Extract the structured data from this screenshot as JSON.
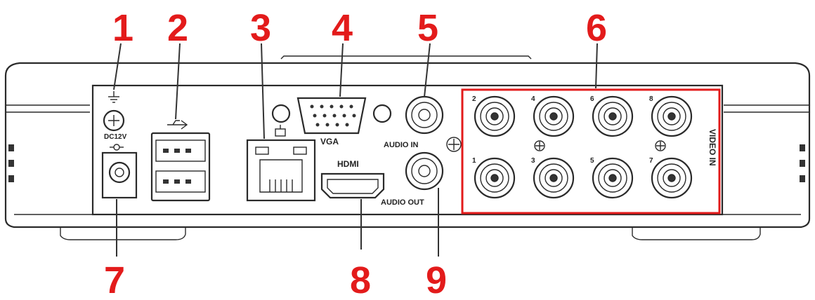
{
  "callouts": {
    "n1": "1",
    "n2": "2",
    "n3": "3",
    "n4": "4",
    "n5": "5",
    "n6": "6",
    "n7": "7",
    "n8": "8",
    "n9": "9"
  },
  "port_labels": {
    "power": "DC12V",
    "vga": "VGA",
    "hdmi": "HDMI",
    "audio_in": "AUDIO IN",
    "audio_out": "AUDIO OUT",
    "video_in": "VIDEO IN"
  },
  "bnc_channels": {
    "top": [
      "2",
      "4",
      "6",
      "8"
    ],
    "bottom": [
      "1",
      "3",
      "5",
      "7"
    ]
  },
  "colors": {
    "callout": "#e31b1b",
    "outline": "#2a2a2a",
    "highlight_box": "#e31b1b"
  },
  "icons": [
    "ground-icon",
    "usb-icon",
    "network-icon",
    "power-polarity-icon"
  ]
}
